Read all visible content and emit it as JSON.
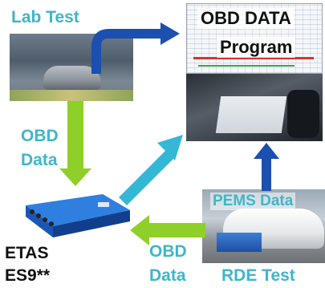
{
  "labels": {
    "lab_test": "Lab Test",
    "obd_data_title": "OBD DATA",
    "program_title": "Program",
    "obd_data_left_line1": "OBD",
    "obd_data_left_line2": "Data",
    "pems_data": "PEMS Data",
    "etas_line1": "ETAS",
    "etas_line2": "ES9**",
    "obd_data_bottom_line1": "OBD",
    "obd_data_bottom_line2": "Data",
    "rde_test": "RDE Test"
  },
  "colors": {
    "teal_text": "#3fb6c9",
    "black_text": "#111111",
    "arrow_blue": "#1b4fb0",
    "arrow_green": "#8fcf2a",
    "arrow_cyan": "#35b7d6",
    "etas_blue": "#1463c7"
  }
}
